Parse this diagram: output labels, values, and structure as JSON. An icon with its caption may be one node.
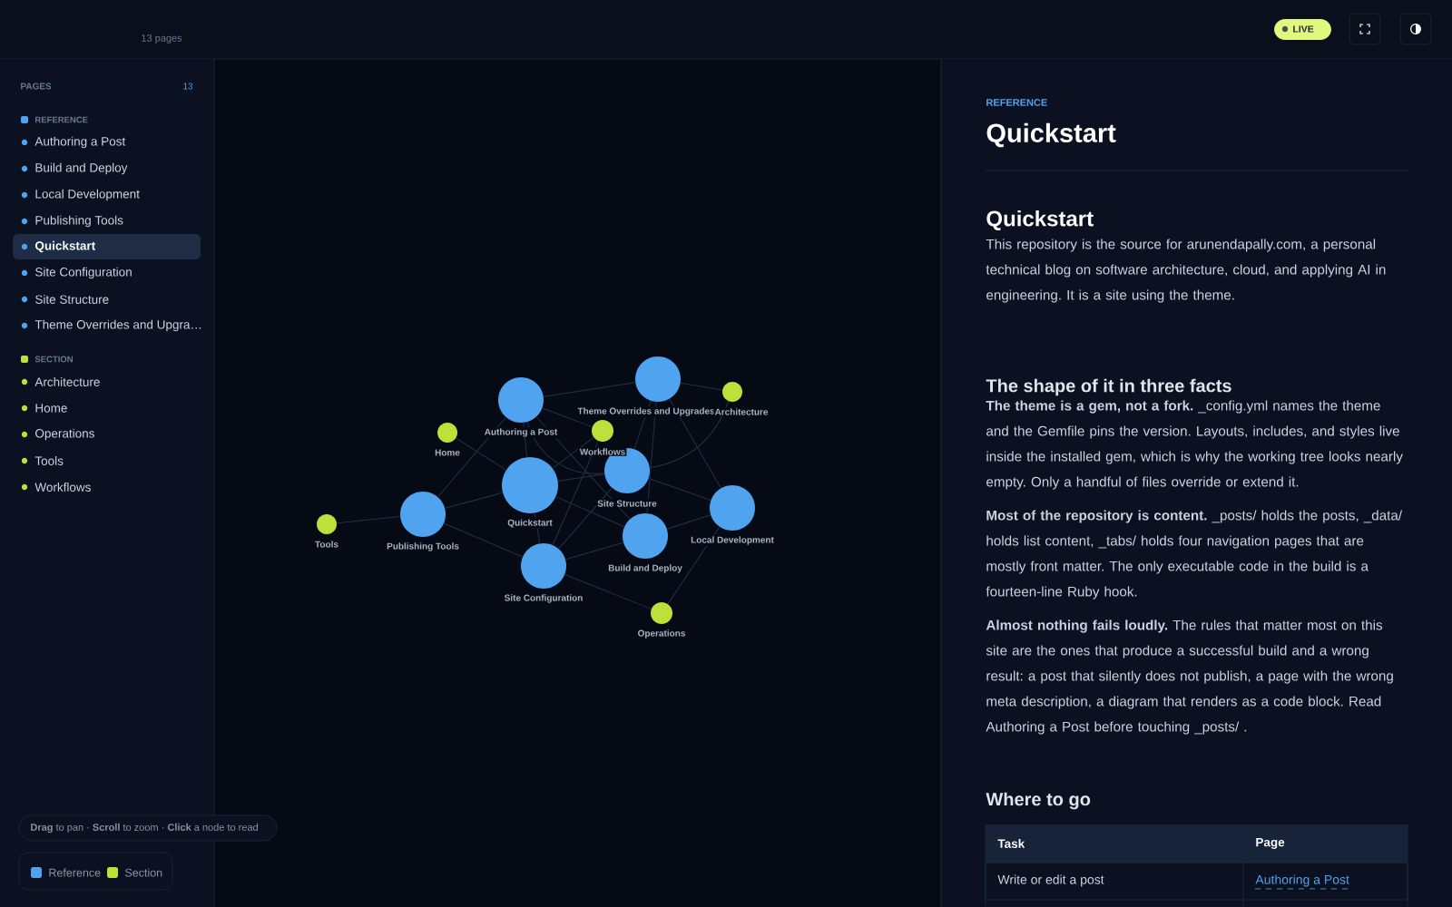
{
  "diagram": {
    "nodes": [
      {
        "text": [
          "Authoring a Post"
        ]
      },
      {
        "text": [
          "Theme Overrides and Upgrades"
        ]
      },
      {
        "text": [
          "Architecture"
        ]
      },
      {
        "text": [
          "Workflows"
        ]
      },
      {
        "text": [
          "Home"
        ]
      },
      {
        "text": [
          "Quickstart"
        ]
      },
      {
        "text": [
          "Site Structure"
        ]
      },
      {
        "text": [
          "Local Development"
        ]
      },
      {
        "text": [
          "Tools"
        ]
      },
      {
        "text": [
          "Publishing Tools"
        ]
      },
      {
        "text": [
          "Build and Deploy"
        ]
      },
      {
        "text": [
          "Site Configuration"
        ]
      },
      {
        "text": [
          "Operations"
        ]
      }
    ],
    "edges": [
      {
        "from": 8,
        "to": 9,
        "arrow": "none"
      },
      {
        "from": 4,
        "to": 5,
        "arrow": "none"
      },
      {
        "from": 9,
        "to": 0,
        "arrow": "none"
      },
      {
        "from": 9,
        "to": 5,
        "arrow": "none"
      },
      {
        "from": 9,
        "to": 11,
        "arrow": "none"
      },
      {
        "from": 0,
        "to": 1,
        "arrow": "none"
      },
      {
        "from": 0,
        "to": 3,
        "arrow": "none"
      },
      {
        "from": 0,
        "to": 6,
        "arrow": "none"
      },
      {
        "from": 0,
        "to": 5,
        "arrow": "none"
      },
      {
        "from": 0,
        "to": 10,
        "arrow": "none"
      },
      {
        "from": 1,
        "to": 2,
        "arrow": "none"
      },
      {
        "from": 1,
        "to": 6,
        "arrow": "none"
      },
      {
        "from": 1,
        "to": 7,
        "arrow": "none"
      },
      {
        "from": 1,
        "to": 10,
        "arrow": "none"
      },
      {
        "from": 2,
        "to": 6,
        "arrow": "none"
      },
      {
        "from": 3,
        "to": 5,
        "arrow": "none"
      },
      {
        "from": 3,
        "to": 11,
        "arrow": "none"
      },
      {
        "from": 5,
        "to": 6,
        "arrow": "none"
      },
      {
        "from": 5,
        "to": 10,
        "arrow": "none"
      },
      {
        "from": 5,
        "to": 11,
        "arrow": "none"
      },
      {
        "from": 6,
        "to": 7,
        "arrow": "none"
      },
      {
        "from": 6,
        "to": 11,
        "arrow": "none"
      },
      {
        "from": 10,
        "to": 7,
        "arrow": "none"
      },
      {
        "from": 10,
        "to": 11,
        "arrow": "none"
      },
      {
        "from": 11,
        "to": 12,
        "arrow": "none"
      },
      {
        "from": 7,
        "to": 12,
        "arrow": "none"
      }
    ],
    "labels": [
      "13 pages",
      "LIVE",
      "PAGES",
      "13",
      "REFERENCE",
      "Authoring a Post",
      "Build and Deploy",
      "Local Development",
      "Publishing Tools",
      "Quickstart",
      "Site Configuration",
      "Site Structure",
      "Theme Overrides and Upgra…",
      "SECTION",
      "Architecture",
      "Home",
      "Operations",
      "Tools",
      "Workflows",
      "**Drag** to pan · **Scroll** to zoom · **Click** a node to read",
      "REFERENCE",
      "Quickstart",
      "Quickstart",
      "This repository is the source for arunendapally.com, a personal technical blog on software architecture, cloud, and applying AI in engineering. It is a site using the theme.",
      "The shape of it in three facts",
      "**The theme is a gem, not a fork.** _config.yml names the theme and the Gemfile pins the version. Layouts, includes, and styles live inside the installed gem, which is why the working tree looks nearly empty. Only a handful of files override or extend it.",
      "**Most of the repository is content.** _posts/ holds the posts, _data/ holds list content, _tabs/ holds four navigation pages that are mostly front matter. The only executable code in the build is a fourteen-line Ruby hook.",
      "**Almost nothing fails loudly.** The rules that matter most on this site are the ones that produce a successful build and a wrong result: a post that silently does not publish, a page with the wrong meta description, a diagram that renders as a code block. Read Authoring a Post before touching _posts/ .",
      "Where to go",
      "Task",
      "Page",
      "Write or edit a post",
      "Authoring a Post"
    ],
    "legend": [
      {
        "text": "Reference",
        "color": "#4fa3ef"
      },
      {
        "text": "Section",
        "color": "#bde03a"
      }
    ]
  }
}
